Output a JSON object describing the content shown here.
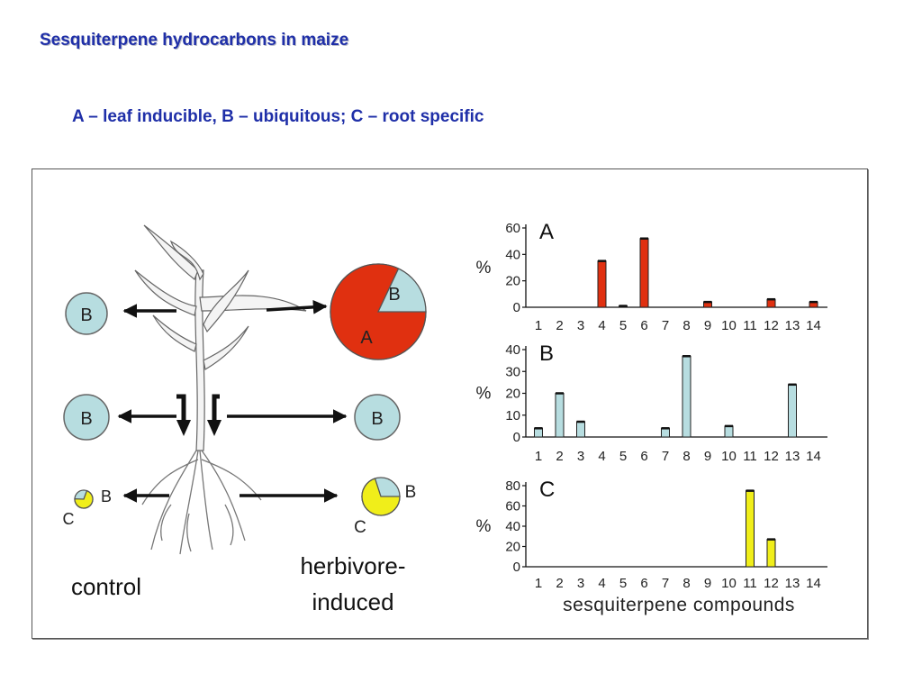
{
  "slide": {
    "title": "Sesquiterpene hydrocarbons in maize",
    "subtitle": "A – leaf inducible,  B – ubiquitous; C – root specific"
  },
  "colors": {
    "title_blue": "#1f2fa8",
    "class_A": "#e03010",
    "class_B": "#b7dde0",
    "class_C": "#f0ee1a"
  },
  "plant": {
    "control_label": "control",
    "induced_label_line1": "herbivore-",
    "induced_label_line2": "induced",
    "leaf_B": "B",
    "stem_B_left": "B",
    "stem_B_right": "B",
    "induced_pie_B": "B",
    "induced_pie_A": "A",
    "root_control_B": "B",
    "root_control_C": "C",
    "root_induced_B": "B",
    "root_induced_C": "C",
    "induced_leaf_fraction_A": 0.82,
    "root_control_fraction_C": 0.7,
    "root_induced_fraction_C": 0.7
  },
  "chart_data": [
    {
      "type": "bar",
      "title": "A",
      "ylabel": "%",
      "xlabel": "",
      "categories": [
        "1",
        "2",
        "3",
        "4",
        "5",
        "6",
        "7",
        "8",
        "9",
        "10",
        "11",
        "12",
        "13",
        "14"
      ],
      "values": [
        0,
        0,
        0,
        35,
        1,
        52,
        0,
        0,
        4,
        0,
        0,
        6,
        0,
        4
      ],
      "yticks": [
        0,
        20,
        40,
        60
      ],
      "ylim": [
        0,
        60
      ],
      "color": "#e03010",
      "grid": false
    },
    {
      "type": "bar",
      "title": "B",
      "ylabel": "%",
      "xlabel": "",
      "categories": [
        "1",
        "2",
        "3",
        "4",
        "5",
        "6",
        "7",
        "8",
        "9",
        "10",
        "11",
        "12",
        "13",
        "14"
      ],
      "values": [
        4,
        20,
        7,
        0,
        0,
        0,
        4,
        37,
        0,
        5,
        0,
        0,
        24,
        0
      ],
      "yticks": [
        0,
        10,
        20,
        30,
        40
      ],
      "ylim": [
        0,
        40
      ],
      "color": "#b7dde0",
      "grid": false
    },
    {
      "type": "bar",
      "title": "C",
      "ylabel": "%",
      "xlabel": "sesquiterpene compounds",
      "categories": [
        "1",
        "2",
        "3",
        "4",
        "5",
        "6",
        "7",
        "8",
        "9",
        "10",
        "11",
        "12",
        "13",
        "14"
      ],
      "values": [
        0,
        0,
        0,
        0,
        0,
        0,
        0,
        0,
        0,
        0,
        75,
        27,
        0,
        0
      ],
      "yticks": [
        0,
        20,
        40,
        60,
        80
      ],
      "ylim": [
        0,
        80
      ],
      "color": "#f0ee1a",
      "grid": false
    }
  ]
}
